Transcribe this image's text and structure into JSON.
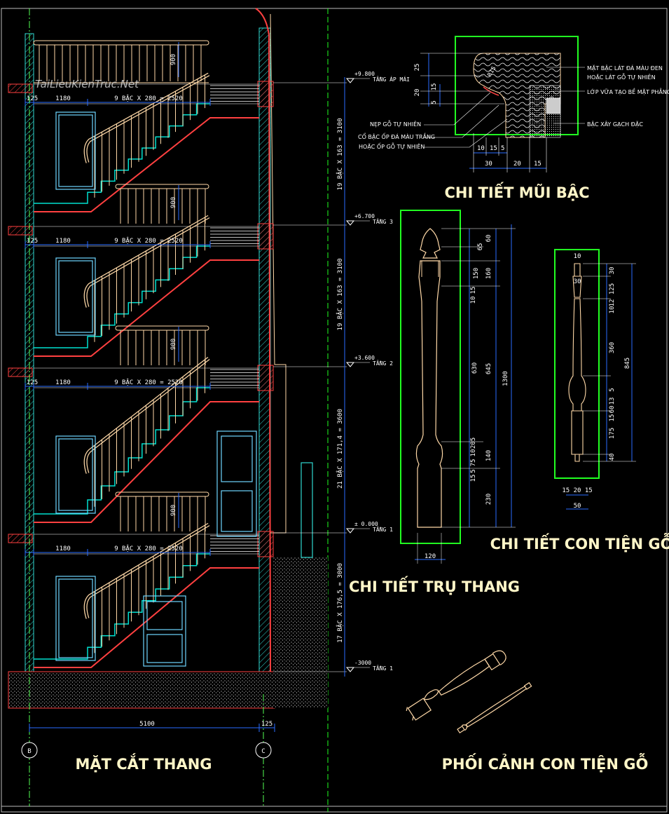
{
  "watermark": "TaiLieuKienTruc.Net",
  "titles": {
    "section": "MẶT CẮT THANG",
    "nosing": "CHI TIẾT MŨI BẬC",
    "post": "CHI TIẾT TRỤ THANG",
    "baluster": "CHI TIẾT CON TIỆN GỖ",
    "perspective": "PHỐI CẢNH CON TIỆN GỖ"
  },
  "section": {
    "flights": [
      {
        "left": "125",
        "width": "1180",
        "steps": "9 BẬC X 280 = 2520",
        "rail": "900"
      },
      {
        "left": "125",
        "width": "1180",
        "steps": "9 BẬC X 280 = 2520",
        "rail": "900"
      },
      {
        "left": "125",
        "width": "1180",
        "steps": "9 BẬC X 280 = 2520",
        "rail": "900"
      },
      {
        "left": "",
        "width": "1180",
        "steps": "9 BẬC X 280 = 2520",
        "rail": "900"
      }
    ],
    "bottom_dims": {
      "span": "5100",
      "offset": "125"
    },
    "axes": [
      "B",
      "C"
    ],
    "heights": [
      "19 BẬC X 163 = 3100",
      "19 BẬC X 163 = 3100",
      "21 BẬC X 171,4 = 3600",
      "17 BẬC X 176,5 = 3000"
    ],
    "levels": [
      {
        "elev": "+9.800",
        "name": "TẦNG ÁP MÁI"
      },
      {
        "elev": "+6.700",
        "name": "TẦNG 3"
      },
      {
        "elev": "+3.600",
        "name": "TẦNG 2"
      },
      {
        "elev": "± 0.000",
        "name": "TẦNG 1"
      },
      {
        "elev": "-3000",
        "name": "TẦNG 1"
      }
    ]
  },
  "nosing": {
    "notes_right": [
      "MẶT BẬC LÁT ĐÁ MÀU ĐEN",
      "HOẶC LÁT GỖ TỰ NHIÊN",
      "LỚP VỮA TẠO BỀ MẶT PHẲNG",
      "BẬC XÂY GẠCH ĐẶC"
    ],
    "notes_left": [
      "NẸP GỖ TỰ NHIÊN",
      "CỔ BẬC ỐP ĐÁ MÀU TRẮNG",
      "HOẶC ỐP GỖ TỰ NHIÊN"
    ],
    "dims_left": [
      "25",
      "20",
      "15",
      "5"
    ],
    "dims_bottom_top": [
      "10",
      "15",
      "5"
    ],
    "dims_bottom": [
      "30",
      "20",
      "15"
    ],
    "r_label": "R15"
  },
  "post": {
    "dims_right": [
      "60",
      "65",
      "150",
      "15",
      "10",
      "630",
      "205",
      "10",
      "75",
      "5",
      "15",
      "140",
      "230"
    ],
    "dims_outer": [
      "160",
      "645",
      "1300"
    ],
    "width": "120"
  },
  "baluster": {
    "top": "10",
    "top2": "30",
    "dims_right": [
      "30",
      "125",
      "12",
      "10",
      "360",
      "5",
      "13",
      "60",
      "15",
      "175",
      "40"
    ],
    "total": "845",
    "bottom_dims": "15 20 15",
    "width": "50"
  },
  "colors": {
    "bg": "#000000",
    "wall": "#ff3b3b",
    "rail": "#ffd9a8",
    "stair": "#00e0d0",
    "dim": "#2a6bff",
    "frame": "#21ff21",
    "axis": "#55ff55",
    "door": "#6fd6ff",
    "text": "#ffffff",
    "title": "#fff6c8"
  }
}
